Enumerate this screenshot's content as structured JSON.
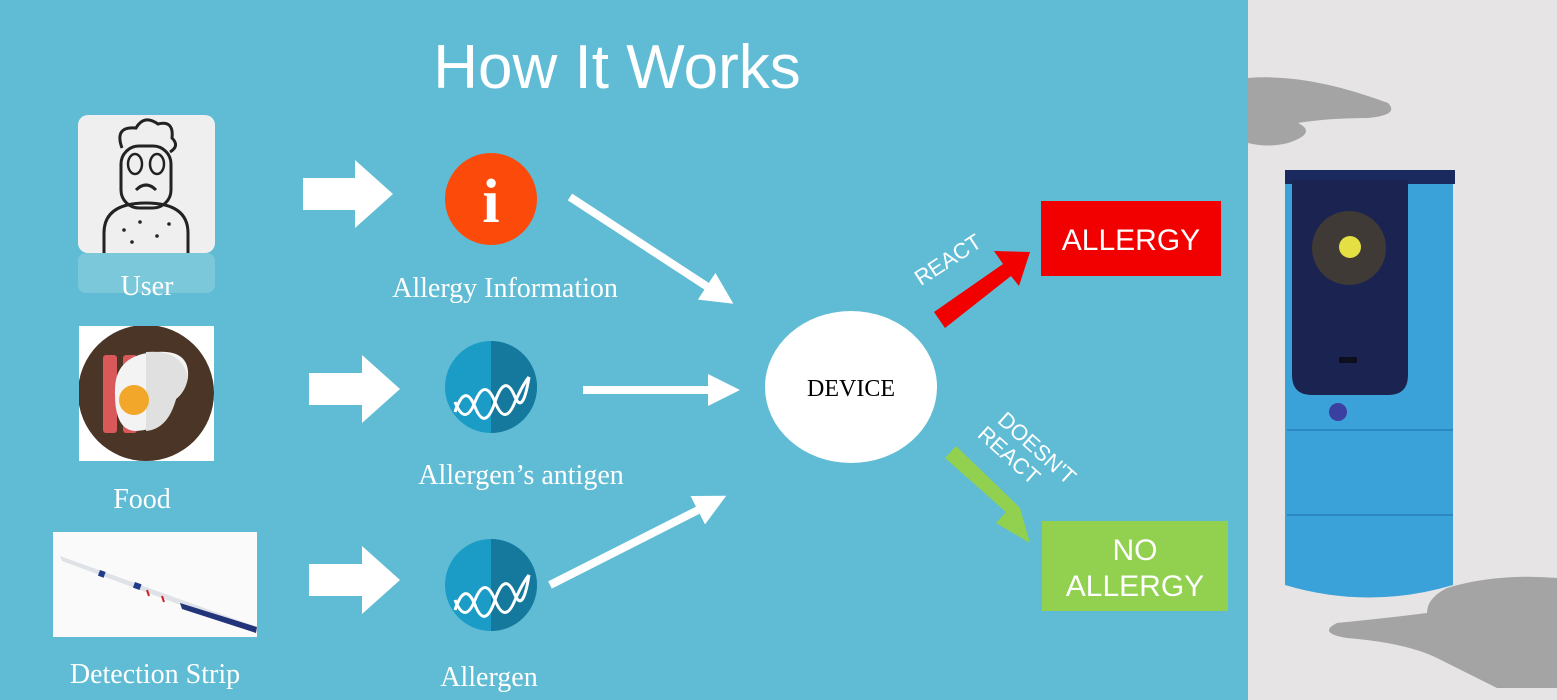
{
  "title": "How It Works",
  "inputs": [
    {
      "label": "User",
      "icon": "allergic-user-icon"
    },
    {
      "label": "Food",
      "icon": "bacon-egg-icon"
    },
    {
      "label": "Detection Strip",
      "icon": "detection-strip-image"
    }
  ],
  "intermediates": [
    {
      "label": "Allergy Information",
      "icon": "info-icon",
      "symbol": "i"
    },
    {
      "label": "Allergen’s antigen",
      "icon": "dna-icon"
    },
    {
      "label": "Allergen",
      "icon": "dna-icon"
    }
  ],
  "device": {
    "label": "DEVICE"
  },
  "outcomes": {
    "react": {
      "arrow_label": "REACT",
      "result": "ALLERGY",
      "color": "#f20000"
    },
    "no_react": {
      "arrow_label_1": "DOESN'T",
      "arrow_label_2": "REACT",
      "result_1": "NO",
      "result_2": "ALLERGY",
      "color": "#92d050"
    }
  },
  "colors": {
    "background": "#5fbcd4",
    "side_panel": "#e6e4e5",
    "info": "#fc4a0a",
    "dna": "#1a9cc7"
  }
}
